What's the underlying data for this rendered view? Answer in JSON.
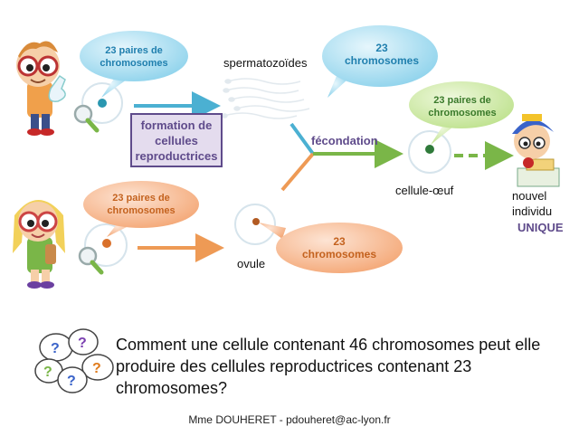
{
  "bubbles": {
    "male_parent": "23 paires de chromosomes",
    "sperm": "23 chromosomes",
    "egg_cell": "23 paires de chromosomes",
    "female_parent": "23 paires de chromosomes",
    "ovule": "23 chromosomes"
  },
  "labels": {
    "spermatozoides": "spermatozoïdes",
    "formation": "formation de cellules reproductrices",
    "fecondation": "fécondation",
    "cellule_oeuf": "cellule-œuf",
    "ovule": "ovule",
    "nouvel": "nouvel",
    "individu": "individu",
    "unique": "UNIQUE"
  },
  "question": "Comment une cellule contenant 46 chromosomes peut elle produire des cellules reproductrices contenant 23 chromosomes?",
  "footer": "Mme DOUHERET  - pdouheret@ac-lyon.fr",
  "colors": {
    "blue": "#4bb0d2",
    "bubble_blue": "#9fdcf0",
    "orange": "#ee9a55",
    "bubble_orange": "#f7b48a",
    "green": "#7ab648",
    "bubble_green": "#c7e59b",
    "purple": "#5f4b8b",
    "cell_ring": "#d9e6ee"
  }
}
